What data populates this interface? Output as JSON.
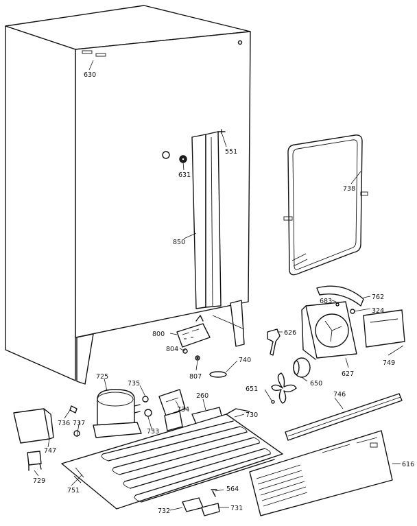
{
  "callouts": [
    {
      "id": "c630",
      "text": "630"
    },
    {
      "id": "c551",
      "text": "551"
    },
    {
      "id": "c631",
      "text": "631"
    },
    {
      "id": "c738",
      "text": "738"
    },
    {
      "id": "c850",
      "text": "850"
    },
    {
      "id": "c762",
      "text": "762"
    },
    {
      "id": "c683",
      "text": "683"
    },
    {
      "id": "c324",
      "text": "324"
    },
    {
      "id": "c800",
      "text": "800"
    },
    {
      "id": "c626",
      "text": "626"
    },
    {
      "id": "c804",
      "text": "804"
    },
    {
      "id": "c749",
      "text": "749"
    },
    {
      "id": "c740",
      "text": "740"
    },
    {
      "id": "c807",
      "text": "807"
    },
    {
      "id": "c627",
      "text": "627"
    },
    {
      "id": "c725",
      "text": "725"
    },
    {
      "id": "c735",
      "text": "735"
    },
    {
      "id": "c651",
      "text": "651"
    },
    {
      "id": "c650",
      "text": "650"
    },
    {
      "id": "c260",
      "text": "260"
    },
    {
      "id": "c734",
      "text": "734"
    },
    {
      "id": "c746",
      "text": "746"
    },
    {
      "id": "c736",
      "text": "736"
    },
    {
      "id": "c737",
      "text": "737"
    },
    {
      "id": "c730",
      "text": "730"
    },
    {
      "id": "c733",
      "text": "733"
    },
    {
      "id": "c747",
      "text": "747"
    },
    {
      "id": "c616",
      "text": "616"
    },
    {
      "id": "c729",
      "text": "729"
    },
    {
      "id": "c751",
      "text": "751"
    },
    {
      "id": "c564",
      "text": "564"
    },
    {
      "id": "c732",
      "text": "732"
    },
    {
      "id": "c731",
      "text": "731"
    }
  ]
}
